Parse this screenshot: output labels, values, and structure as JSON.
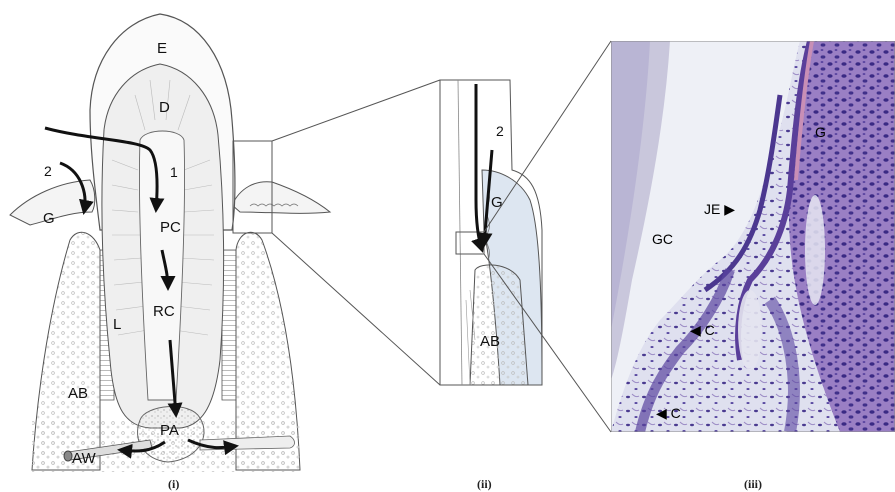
{
  "panel_i": {
    "labels": {
      "E": "E",
      "D": "D",
      "one": "1",
      "two": "2",
      "G": "G",
      "PC": "PC",
      "RC": "RC",
      "L": "L",
      "AB": "AB",
      "PA": "PA",
      "AW": "AW"
    },
    "caption": "(i)"
  },
  "panel_ii": {
    "labels": {
      "two": "2",
      "G": "G",
      "AB": "AB"
    },
    "caption": "(ii)"
  },
  "panel_iii": {
    "labels": {
      "G": "G",
      "JE": "JE ▶",
      "GC": "GC",
      "C1": "◀ C",
      "C2": "◀ C"
    },
    "caption": "(iii)"
  },
  "colors": {
    "line": "#555555",
    "arrow": "#111111",
    "histo_bg": "#eceff5",
    "histo_tissue": "#8a72b8",
    "histo_dark": "#3e2f86",
    "histo_pink": "#c88fb6"
  }
}
